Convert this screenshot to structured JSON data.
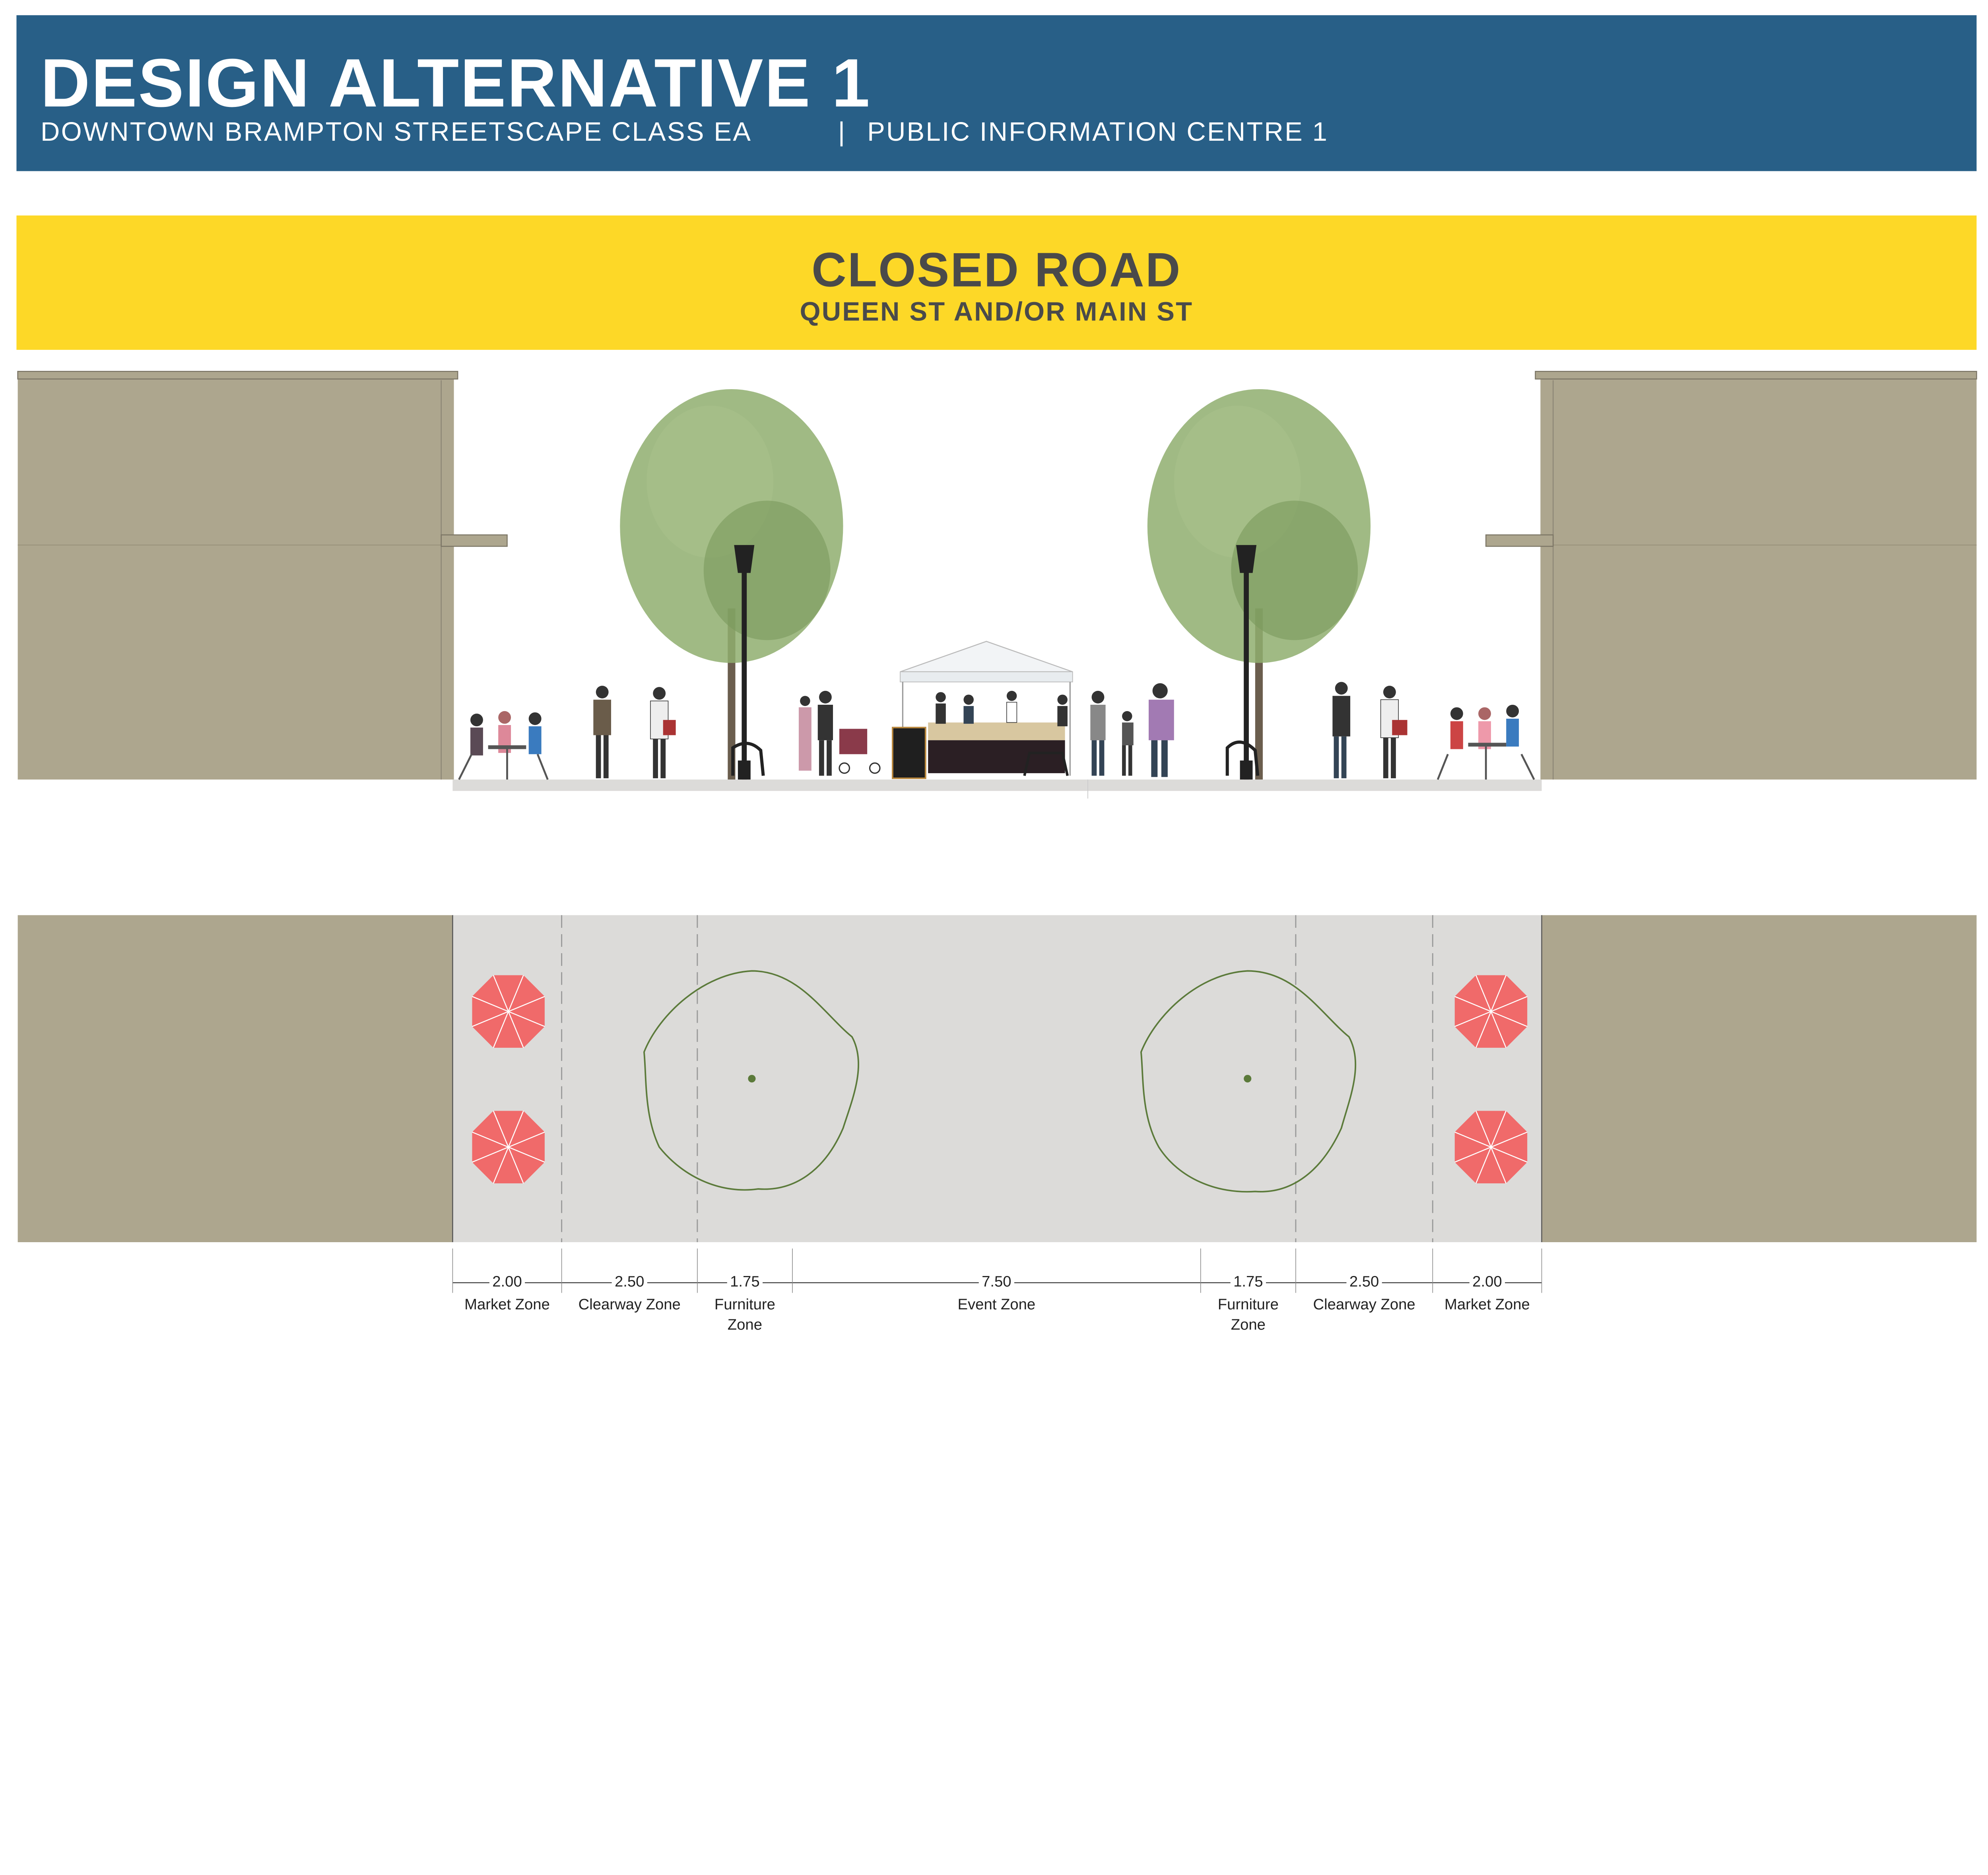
{
  "header": {
    "title": "DESIGN ALTERNATIVE 1",
    "subtitle_left": "DOWNTOWN BRAMPTON STREETSCAPE CLASS EA",
    "separator": "|",
    "subtitle_right": "PUBLIC INFORMATION CENTRE 1"
  },
  "banner": {
    "title": "CLOSED ROAD",
    "subtitle": "QUEEN ST AND/OR MAIN ST"
  },
  "colors": {
    "header_bg": "#285F87",
    "banner_bg": "#FDD827",
    "building": "#ADA68E",
    "pavement": "#DCDBD9",
    "umbrella": "#F06A6A",
    "tree_outline": "#5B7A3A"
  },
  "zones": [
    {
      "width": "2.00",
      "label": [
        "Market Zone"
      ]
    },
    {
      "width": "2.50",
      "label": [
        "Clearway Zone"
      ]
    },
    {
      "width": "1.75",
      "label": [
        "Furniture",
        "Zone"
      ]
    },
    {
      "width": "7.50",
      "label": [
        "Event Zone"
      ]
    },
    {
      "width": "1.75",
      "label": [
        "Furniture",
        "Zone"
      ]
    },
    {
      "width": "2.50",
      "label": [
        "Clearway Zone"
      ]
    },
    {
      "width": "2.00",
      "label": [
        "Market Zone"
      ]
    }
  ]
}
